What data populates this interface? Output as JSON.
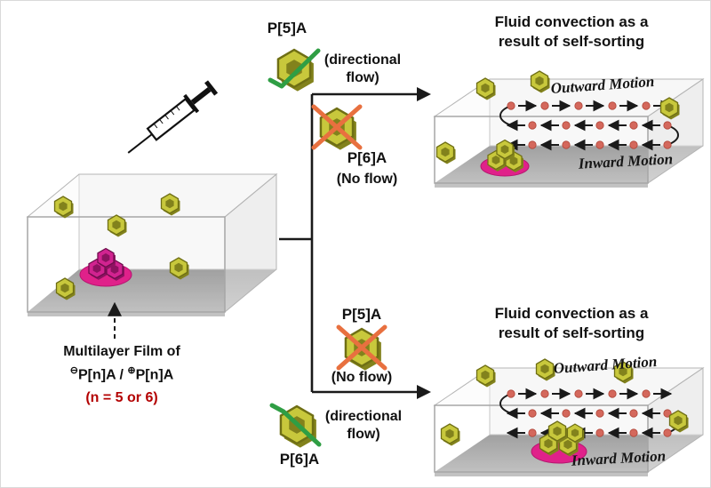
{
  "palette": {
    "hex-face": "#c8c83c",
    "hex-dark": "#82821c",
    "hex-stroke": "#6f6f14",
    "magenta-face": "#d12390",
    "magenta-dark": "#8c1260",
    "magenta-stroke": "#6d0d4b",
    "pink-film": "#e0218a",
    "red-dot": "#d4685c",
    "green-check": "#2f9e44",
    "orange-cross": "#e8703f",
    "red-text": "#b30000",
    "line": "#1a1a1a"
  },
  "left_scene": {
    "caption_title": "Multilayer Film of",
    "formula": {
      "neg": "⊖",
      "part1": "P[n]A",
      "sep": " / ",
      "pos": "⊕",
      "part2": "P[n]A"
    },
    "n_note": "(n = 5 or 6)"
  },
  "branches": {
    "top": {
      "flow_species": "P[5]A",
      "flow_note": "(directional flow)",
      "noflow_species": "P[6]A",
      "noflow_note": "(No flow)"
    },
    "bottom": {
      "noflow_species": "P[5]A",
      "noflow_note": "(No flow)",
      "flow_species": "P[6]A",
      "flow_note": "(directional flow)"
    }
  },
  "right_top_scene": {
    "title_line1": "Fluid convection as a",
    "title_line2": "result of self-sorting",
    "outward_label": "Outward Motion",
    "inward_label": "Inward Motion"
  },
  "right_bottom_scene": {
    "title_line1": "Fluid convection as a",
    "title_line2": "result of self-sorting",
    "outward_label": "Outward Motion",
    "inward_label": "Inward Motion"
  }
}
